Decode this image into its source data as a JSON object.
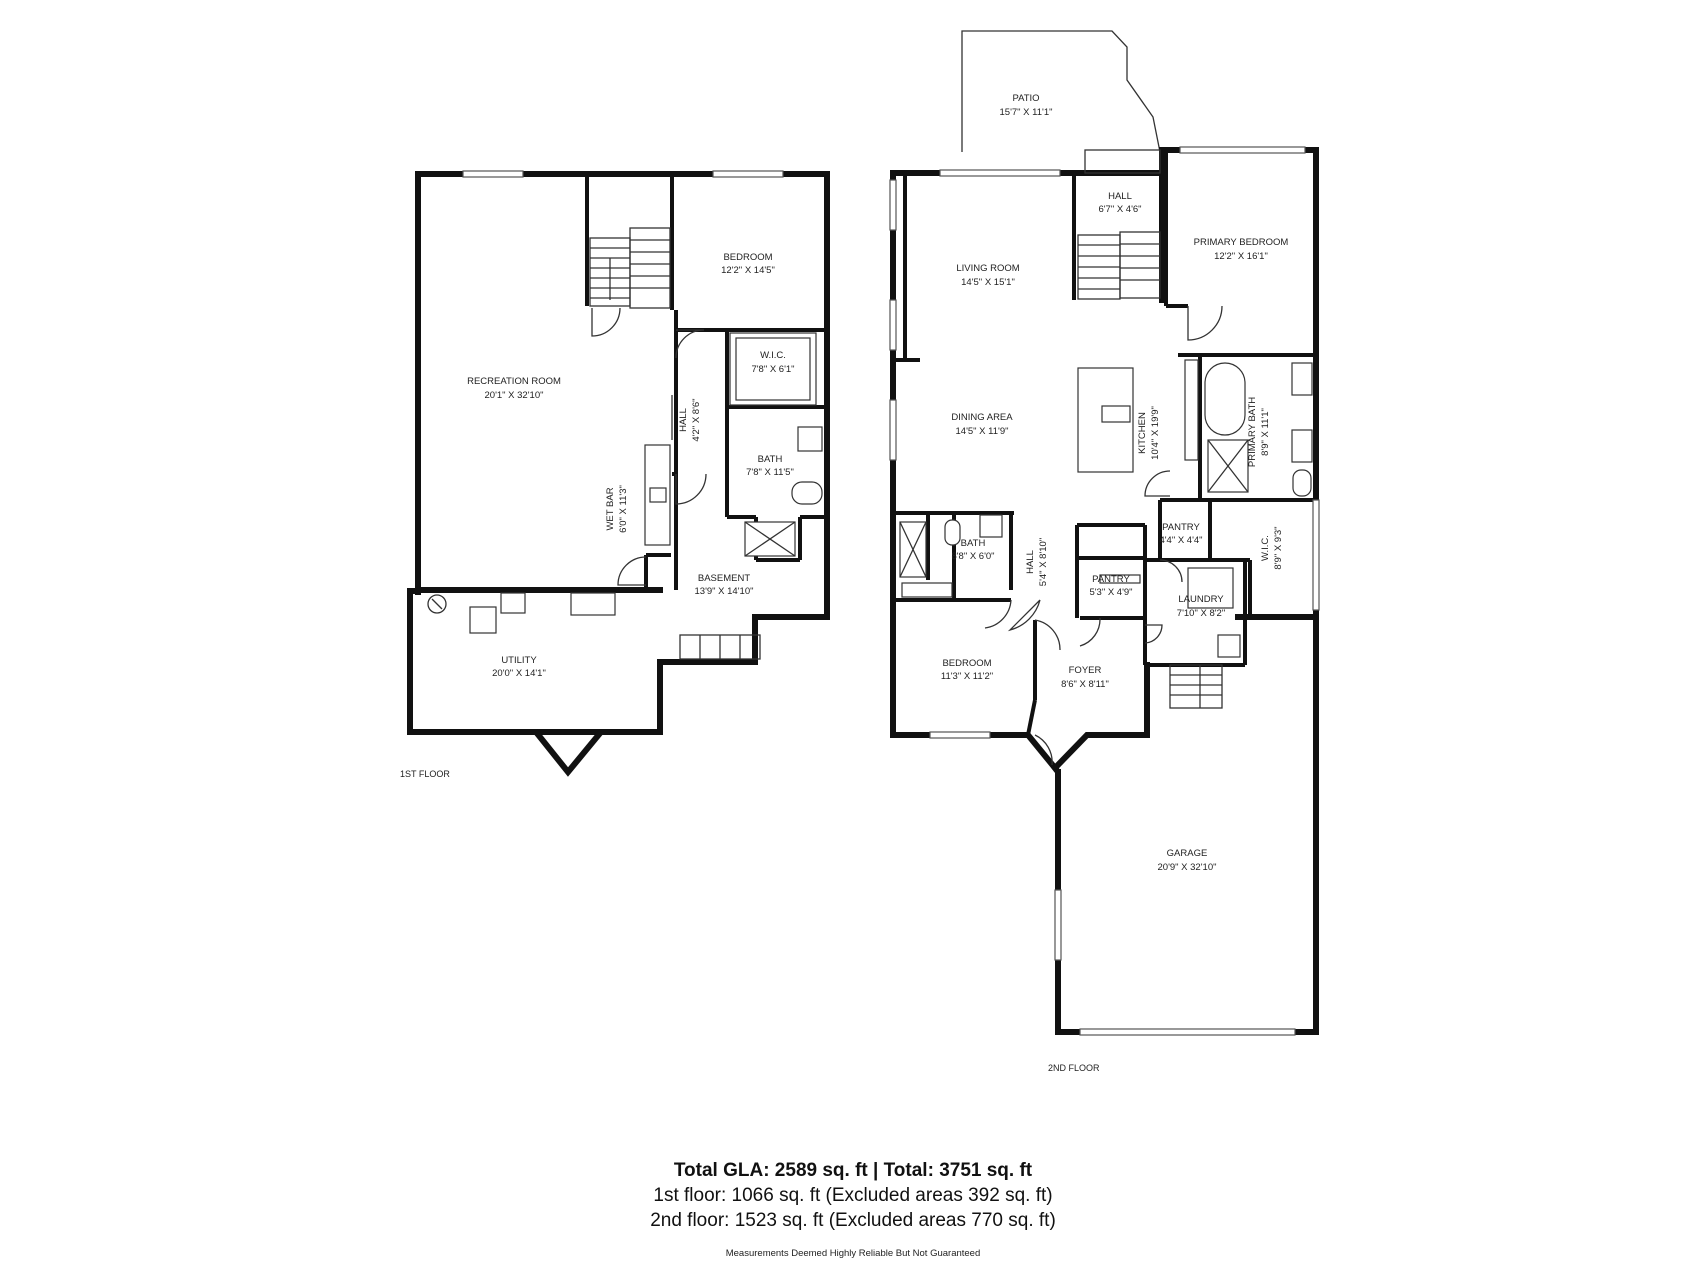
{
  "floor1": {
    "label": "1ST FLOOR",
    "rooms": {
      "recreation": {
        "name": "RECREATION ROOM",
        "dim": "20'1\" X 32'10\""
      },
      "bedroom": {
        "name": "BEDROOM",
        "dim": "12'2\" X 14'5\""
      },
      "wic": {
        "name": "W.I.C.",
        "dim": "7'8\" X 6'1\""
      },
      "hall": {
        "name": "HALL",
        "dim": "4'2\" X 8'6\""
      },
      "bath": {
        "name": "BATH",
        "dim": "7'8\" X 11'5\""
      },
      "wetbar": {
        "name": "WET BAR",
        "dim": "6'0\" X 11'3\""
      },
      "basement": {
        "name": "BASEMENT",
        "dim": "13'9\" X 14'10\""
      },
      "utility": {
        "name": "UTILITY",
        "dim": "20'0\" X 14'1\""
      }
    }
  },
  "floor2": {
    "label": "2ND FLOOR",
    "rooms": {
      "patio": {
        "name": "PATIO",
        "dim": "15'7\" X 11'1\""
      },
      "hall_top": {
        "name": "HALL",
        "dim": "6'7\" X 4'6\""
      },
      "primary_bedroom": {
        "name": "PRIMARY BEDROOM",
        "dim": "12'2\" X 16'1\""
      },
      "living": {
        "name": "LIVING ROOM",
        "dim": "14'5\" X 15'1\""
      },
      "dining": {
        "name": "DINING AREA",
        "dim": "14'5\" X 11'9\""
      },
      "kitchen": {
        "name": "KITCHEN",
        "dim": "10'4\" X 19'9\""
      },
      "primary_bath": {
        "name": "PRIMARY BATH",
        "dim": "8'9\" X 11'1\""
      },
      "pantry1": {
        "name": "PANTRY",
        "dim": "4'4\" X 4'4\""
      },
      "wic": {
        "name": "W.I.C.",
        "dim": "8'9\" X 9'3\""
      },
      "bath": {
        "name": "BATH",
        "dim": "8'8\" X 6'0\""
      },
      "hall_mid": {
        "name": "HALL",
        "dim": "5'4\" X 8'10\""
      },
      "pantry2": {
        "name": "PANTRY",
        "dim": "5'3\" X 4'9\""
      },
      "laundry": {
        "name": "LAUNDRY",
        "dim": "7'10\" X 8'2\""
      },
      "bedroom": {
        "name": "BEDROOM",
        "dim": "11'3\" X 11'2\""
      },
      "foyer": {
        "name": "FOYER",
        "dim": "8'6\" X 8'11\""
      },
      "garage": {
        "name": "GARAGE",
        "dim": "20'9\" X 32'10\""
      }
    }
  },
  "summary": {
    "total": "Total GLA: 2589 sq. ft | Total: 3751 sq. ft",
    "floor1": "1st floor: 1066 sq. ft (Excluded areas 392 sq. ft)",
    "floor2": "2nd floor: 1523 sq. ft (Excluded areas 770 sq. ft)"
  },
  "disclaimer": "Measurements Deemed Highly Reliable But Not Guaranteed"
}
